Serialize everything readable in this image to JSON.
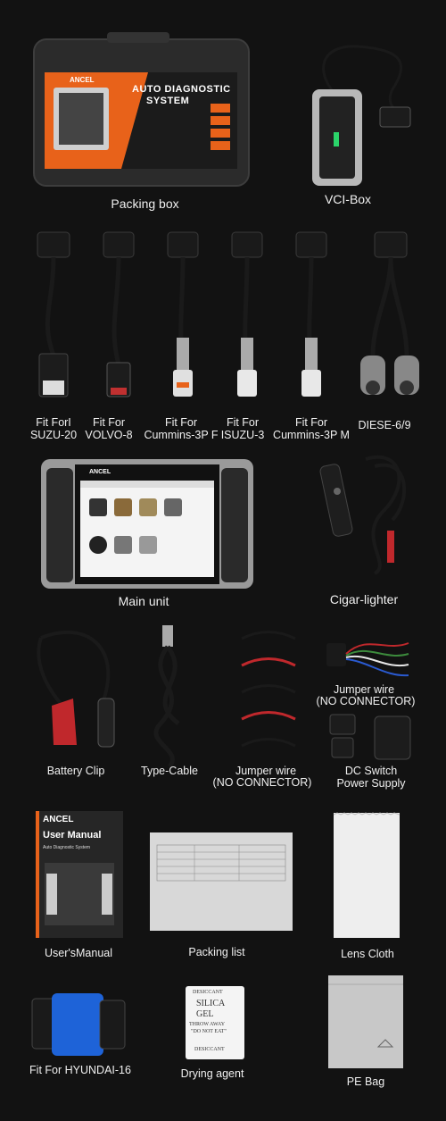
{
  "colors": {
    "background": "#121212",
    "brand_orange": "#e8621a",
    "blue_adapter": "#1e63d8",
    "red_clip": "#c0282c"
  },
  "box": {
    "brand": "ANCEL",
    "title_line1": "AUTO DIAGNOSTIC",
    "title_line2": "SYSTEM",
    "label": "Packing box"
  },
  "vci": {
    "label": "VCI-Box"
  },
  "cables": [
    {
      "line1": "Fit ForI",
      "line2": "SUZU-20"
    },
    {
      "line1": "Fit For",
      "line2": "VOLVO-8"
    },
    {
      "line1": "Fit For",
      "line2": "Cummins-3P F"
    },
    {
      "line1": "Fit For",
      "line2": "ISUZU-3"
    },
    {
      "line1": "Fit For",
      "line2": "Cummins-3P M"
    },
    {
      "line1": "DIESE-6/9",
      "line2": ""
    }
  ],
  "main_unit": {
    "brand": "ANCEL",
    "label": "Main unit"
  },
  "cigar": {
    "label": "Cigar-lighter"
  },
  "row4": {
    "battery": "Battery Clip",
    "type_cable": "Type-Cable",
    "jumper_a_line1": "Jumper wire",
    "jumper_a_line2": "(NO CONNECTOR)",
    "jumper_b_line1": "Jumper wire",
    "jumper_b_line2": "(NO CONNECTOR)",
    "dc_line1": "DC Switch",
    "dc_line2": "Power Supply"
  },
  "manual": {
    "brand": "ANCEL",
    "title": "User Manual",
    "subtitle": "Auto Diagnostic System",
    "label": "User'sManual"
  },
  "packing_list": {
    "label": "Packing list"
  },
  "lens_cloth": {
    "label": "Lens Cloth"
  },
  "hyundai": {
    "label": "Fit For HYUNDAI-16"
  },
  "drying": {
    "line1": "DESICCANT",
    "line2": "SILICA",
    "line3": "GEL",
    "line4": "THROW AWAY",
    "line5": "\"DO NOT EAT\"",
    "line6": "DESICCANT",
    "label": "Drying agent"
  },
  "pe_bag": {
    "label": "PE Bag"
  }
}
